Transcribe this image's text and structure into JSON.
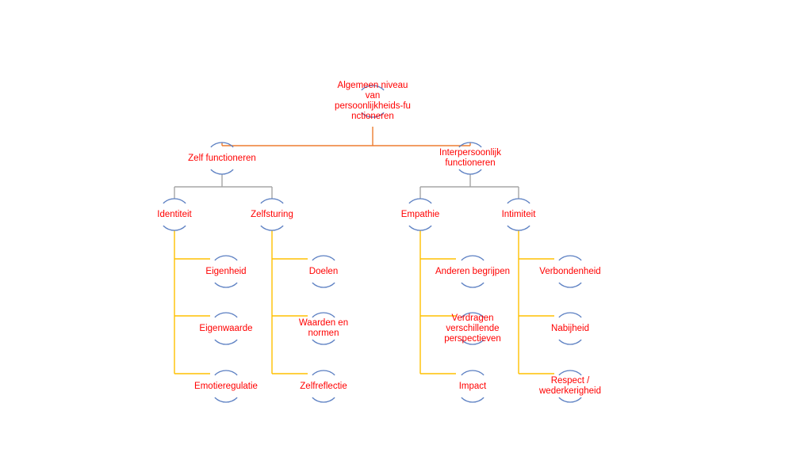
{
  "colors": {
    "text": "#ff0000",
    "arc": "#5b7fc2",
    "line_root": "#ed7d31",
    "line_level2": "#a5a5a5",
    "line_leaf": "#ffc000"
  },
  "root": {
    "label": "Algemeen niveau\nvan\npersoonlijkheids-fu\nnctioneren"
  },
  "branches": [
    {
      "label": "Zelf functioneren",
      "children": [
        {
          "label": "Identiteit",
          "leaves": [
            "Eigenheid",
            "Eigenwaarde",
            "Emotieregulatie"
          ]
        },
        {
          "label": "Zelfsturing",
          "leaves": [
            "Doelen",
            "Waarden en\nnormen",
            "Zelfreflectie"
          ]
        }
      ]
    },
    {
      "label": "Interpersoonlijk\nfunctioneren",
      "children": [
        {
          "label": "Empathie",
          "leaves": [
            "Anderen begrijpen",
            "Verdragen\nverschillende\nperspectieven",
            "Impact"
          ]
        },
        {
          "label": "Intimiteit",
          "leaves": [
            "Verbondenheid",
            "Nabijheid",
            "Respect /\nwederkerigheid"
          ]
        }
      ]
    }
  ]
}
